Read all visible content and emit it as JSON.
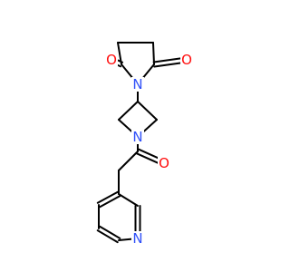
{
  "molecule": {
    "atoms": {
      "o_left": {
        "label": "O",
        "color": "#ff0d0d"
      },
      "o_right": {
        "label": "O",
        "color": "#ff0d0d"
      },
      "n_imide": {
        "label": "N",
        "color": "#3050f8"
      },
      "n_azet": {
        "label": "N",
        "color": "#3050f8"
      },
      "o_amide": {
        "label": "O",
        "color": "#ff0d0d"
      },
      "n_pyr": {
        "label": "N",
        "color": "#3050f8"
      }
    },
    "bond_color": "#000000"
  }
}
